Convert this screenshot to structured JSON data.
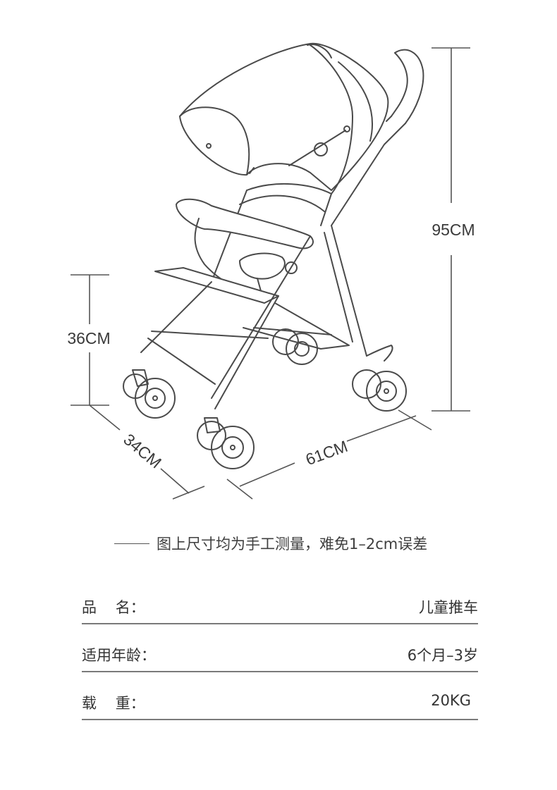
{
  "dimensions": {
    "height": "95CM",
    "seat_height": "36CM",
    "width": "34CM",
    "length": "61CM"
  },
  "note": "图上尺寸均为手工测量，难免1–2cm误差",
  "specs": [
    {
      "label": "品    名：",
      "value": "儿童推车"
    },
    {
      "label": "适用年龄：",
      "value": "6个月–3岁"
    },
    {
      "label": "载    重：",
      "value": "20KG"
    }
  ]
}
